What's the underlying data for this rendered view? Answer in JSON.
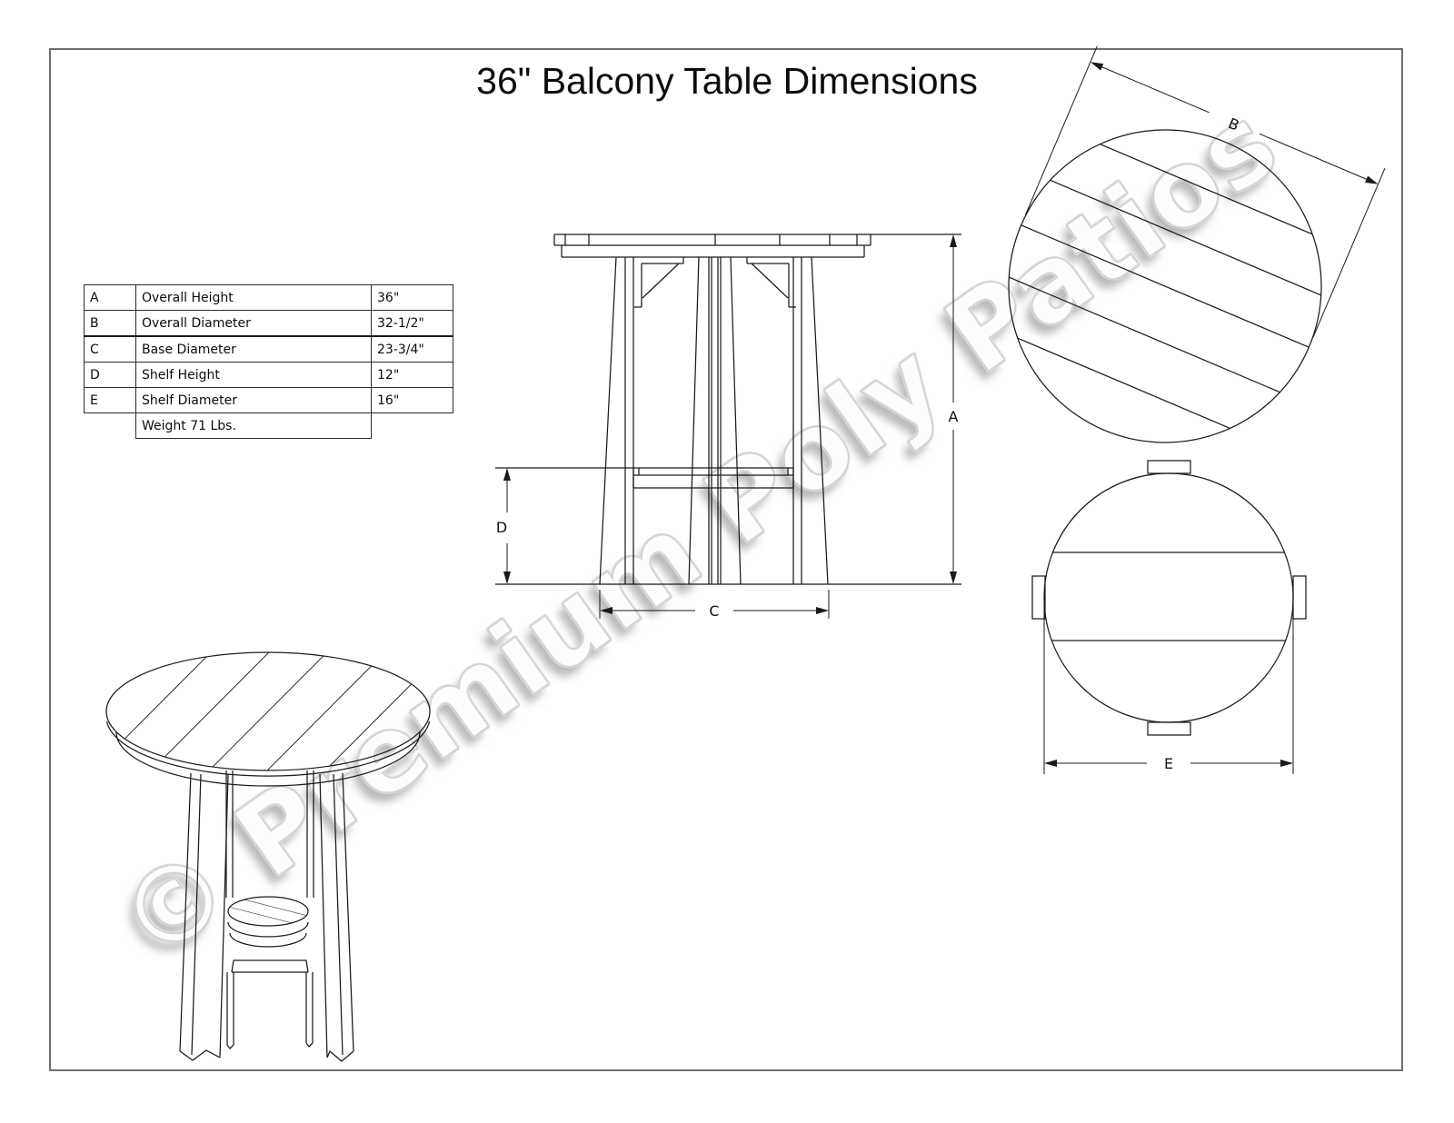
{
  "title": "36\" Balcony Table Dimensions",
  "dimension_table": {
    "rows": [
      {
        "key": "A",
        "label": "Overall Height",
        "value": "36\""
      },
      {
        "key": "B",
        "label": "Overall Diameter",
        "value": "32-1/2\""
      },
      {
        "key": "C",
        "label": "Base Diameter",
        "value": "23-3/4\""
      },
      {
        "key": "D",
        "label": "Shelf Height",
        "value": "12\""
      },
      {
        "key": "E",
        "label": "Shelf Diameter",
        "value": "16\""
      }
    ],
    "footer": "Weight 71 Lbs."
  },
  "watermark": "© Premium Poly Patios",
  "colors": {
    "line": "#1a1a1a",
    "frame": "#6f6f6f",
    "watermark_outline": "#d4d4d4",
    "background": "#ffffff"
  }
}
